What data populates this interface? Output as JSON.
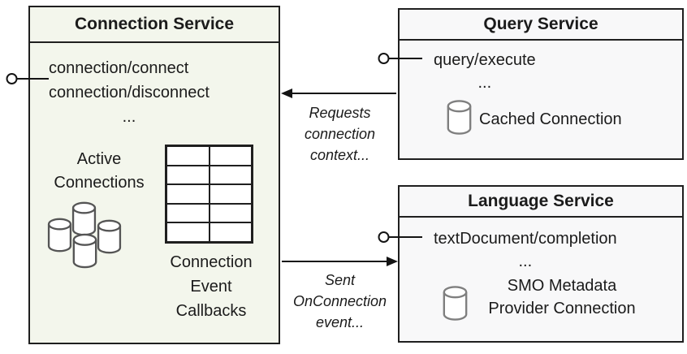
{
  "colors": {
    "connection_service_fill": "#f3f6ec",
    "service_fill": "#f8f8f9",
    "border": "#1f1f1f",
    "cluster_icon_stroke": "#555555",
    "database_icon_stroke": "#7f7f7f"
  },
  "connection_service": {
    "title": "Connection Service",
    "methods": [
      "connection/connect",
      "connection/disconnect",
      "..."
    ],
    "active_connections_label": "Active\nConnections",
    "callbacks_label": "Connection\nEvent\nCallbacks"
  },
  "query_service": {
    "title": "Query Service",
    "methods": [
      "query/execute",
      "..."
    ],
    "cached_connection_label": "Cached Connection"
  },
  "language_service": {
    "title": "Language Service",
    "methods": [
      "textDocument/completion",
      "..."
    ],
    "smo_label": "SMO Metadata\nProvider Connection"
  },
  "arrows": {
    "requests_label": "Requests\nconnection\ncontext...",
    "sent_label": "Sent\nOnConnection\nevent..."
  }
}
